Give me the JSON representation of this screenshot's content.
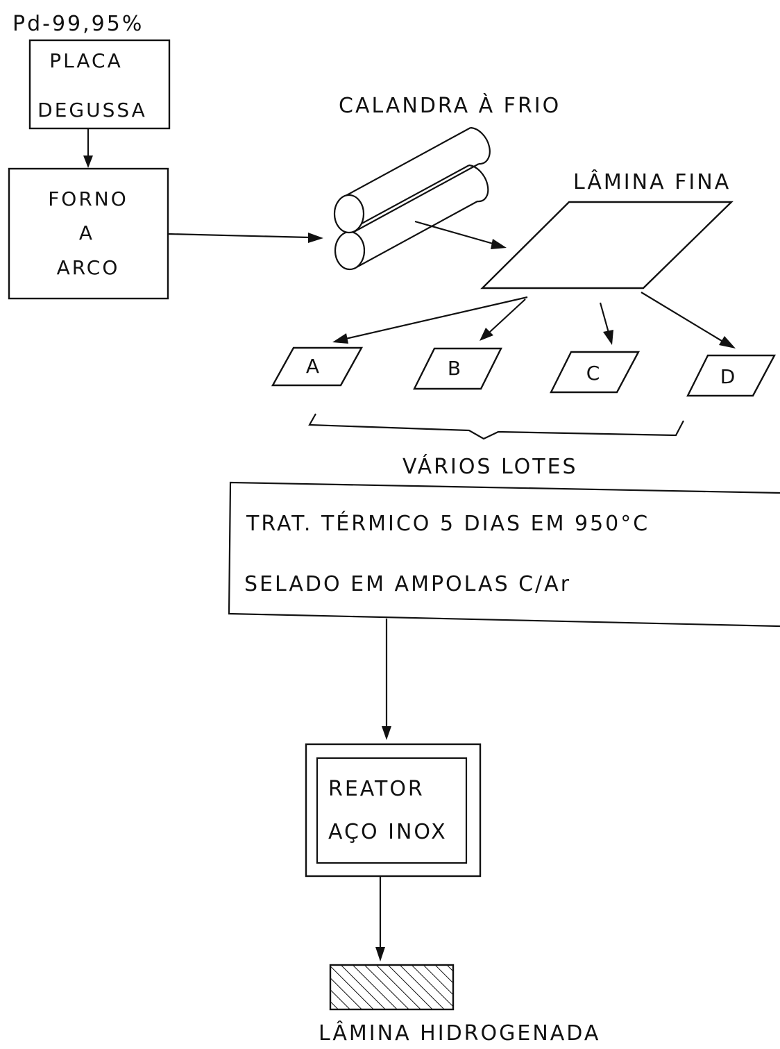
{
  "purity_label": "Pd-99,95%",
  "placa_box": {
    "line1": "PLACA",
    "line2": "DEGUSSA"
  },
  "forno_box": {
    "line1": "FORNO",
    "line2": "A",
    "line3": "ARCO"
  },
  "calandra_label": "CALANDRA À FRIO",
  "lamina_fina_label": "LÂMINA FINA",
  "lots": [
    "A",
    "B",
    "C",
    "D"
  ],
  "varios_lotes_label": "VÁRIOS LOTES",
  "tratamento_box": {
    "line1": "TRAT. TÉRMICO 5 DIAS EM 950°C",
    "line2": "SELADO EM AMPOLAS C/Ar"
  },
  "reator_box": {
    "line1": "REATOR",
    "line2": "AÇO INOX"
  },
  "lamina_hidrogenada_label": "LÂMINA HIDROGENADA",
  "colors": {
    "ink": "#111111",
    "background": "#ffffff"
  }
}
